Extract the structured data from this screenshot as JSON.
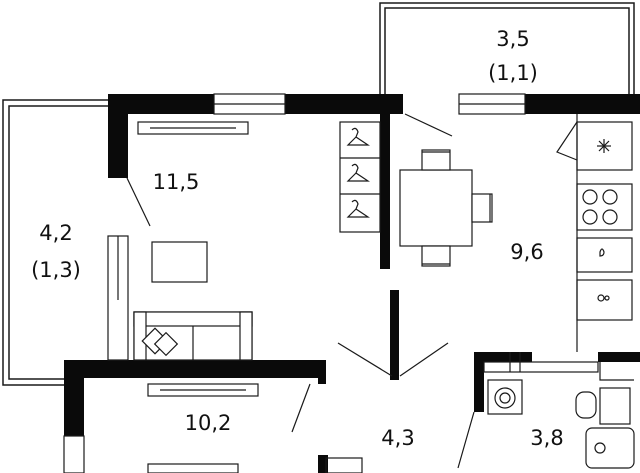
{
  "colors": {
    "wall": "#0a0a0a",
    "line": "#1a1a1a",
    "background": "#ffffff"
  },
  "rooms": [
    {
      "id": "balcony-top",
      "area": "3,5",
      "note": "(1,1)"
    },
    {
      "id": "balcony-left",
      "area": "4,2",
      "note": "(1,3)"
    },
    {
      "id": "living-room",
      "area": "11,5"
    },
    {
      "id": "kitchen",
      "area": "9,6"
    },
    {
      "id": "bedroom",
      "area": "10,2"
    },
    {
      "id": "hall",
      "area": "4,3"
    },
    {
      "id": "bathroom",
      "area": "3,8"
    }
  ],
  "icons": [
    "radiator-icon",
    "hanger-icon",
    "dining-table-icon",
    "chair-icon",
    "sofa-icon",
    "coffee-table-icon",
    "fridge-icon",
    "stove-icon",
    "sink-icon",
    "washing-machine-icon",
    "toilet-icon",
    "door-swing-icon",
    "window-icon"
  ]
}
